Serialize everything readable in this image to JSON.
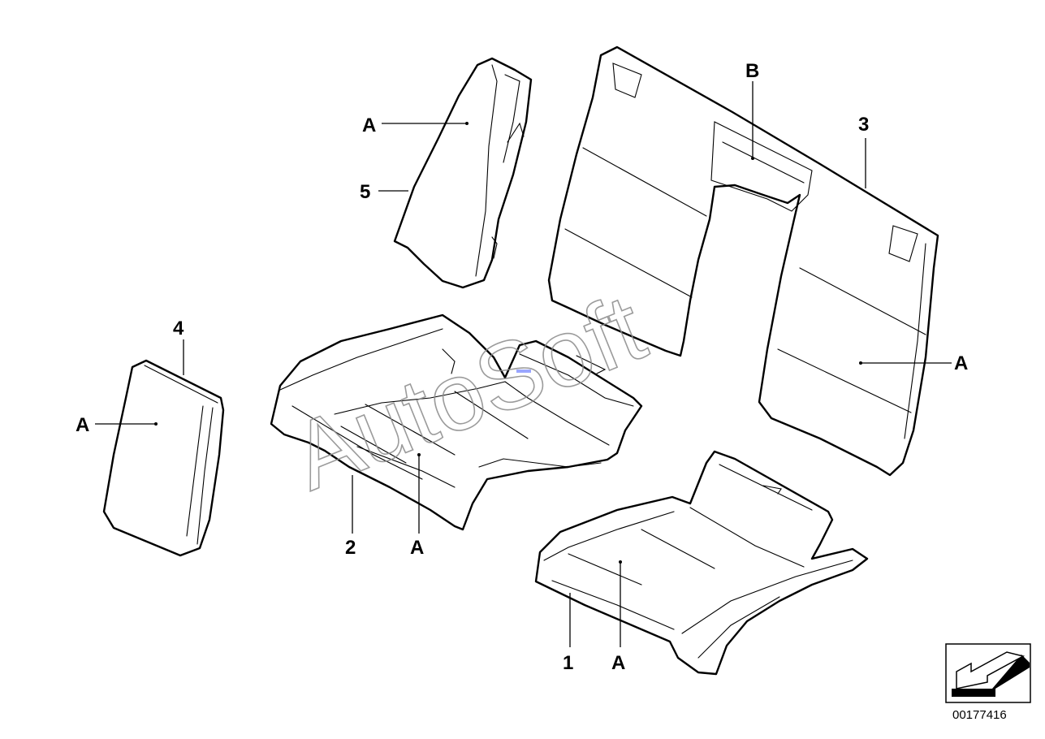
{
  "callouts": {
    "part_5": "5",
    "part_4": "4",
    "part_3": "3",
    "part_2": "2",
    "part_1": "1",
    "b_label": "B",
    "a_label": "A"
  },
  "watermark": "AutoSoft",
  "figure_number": "00177416",
  "icons": {
    "view_direction": "arrow-icon"
  }
}
